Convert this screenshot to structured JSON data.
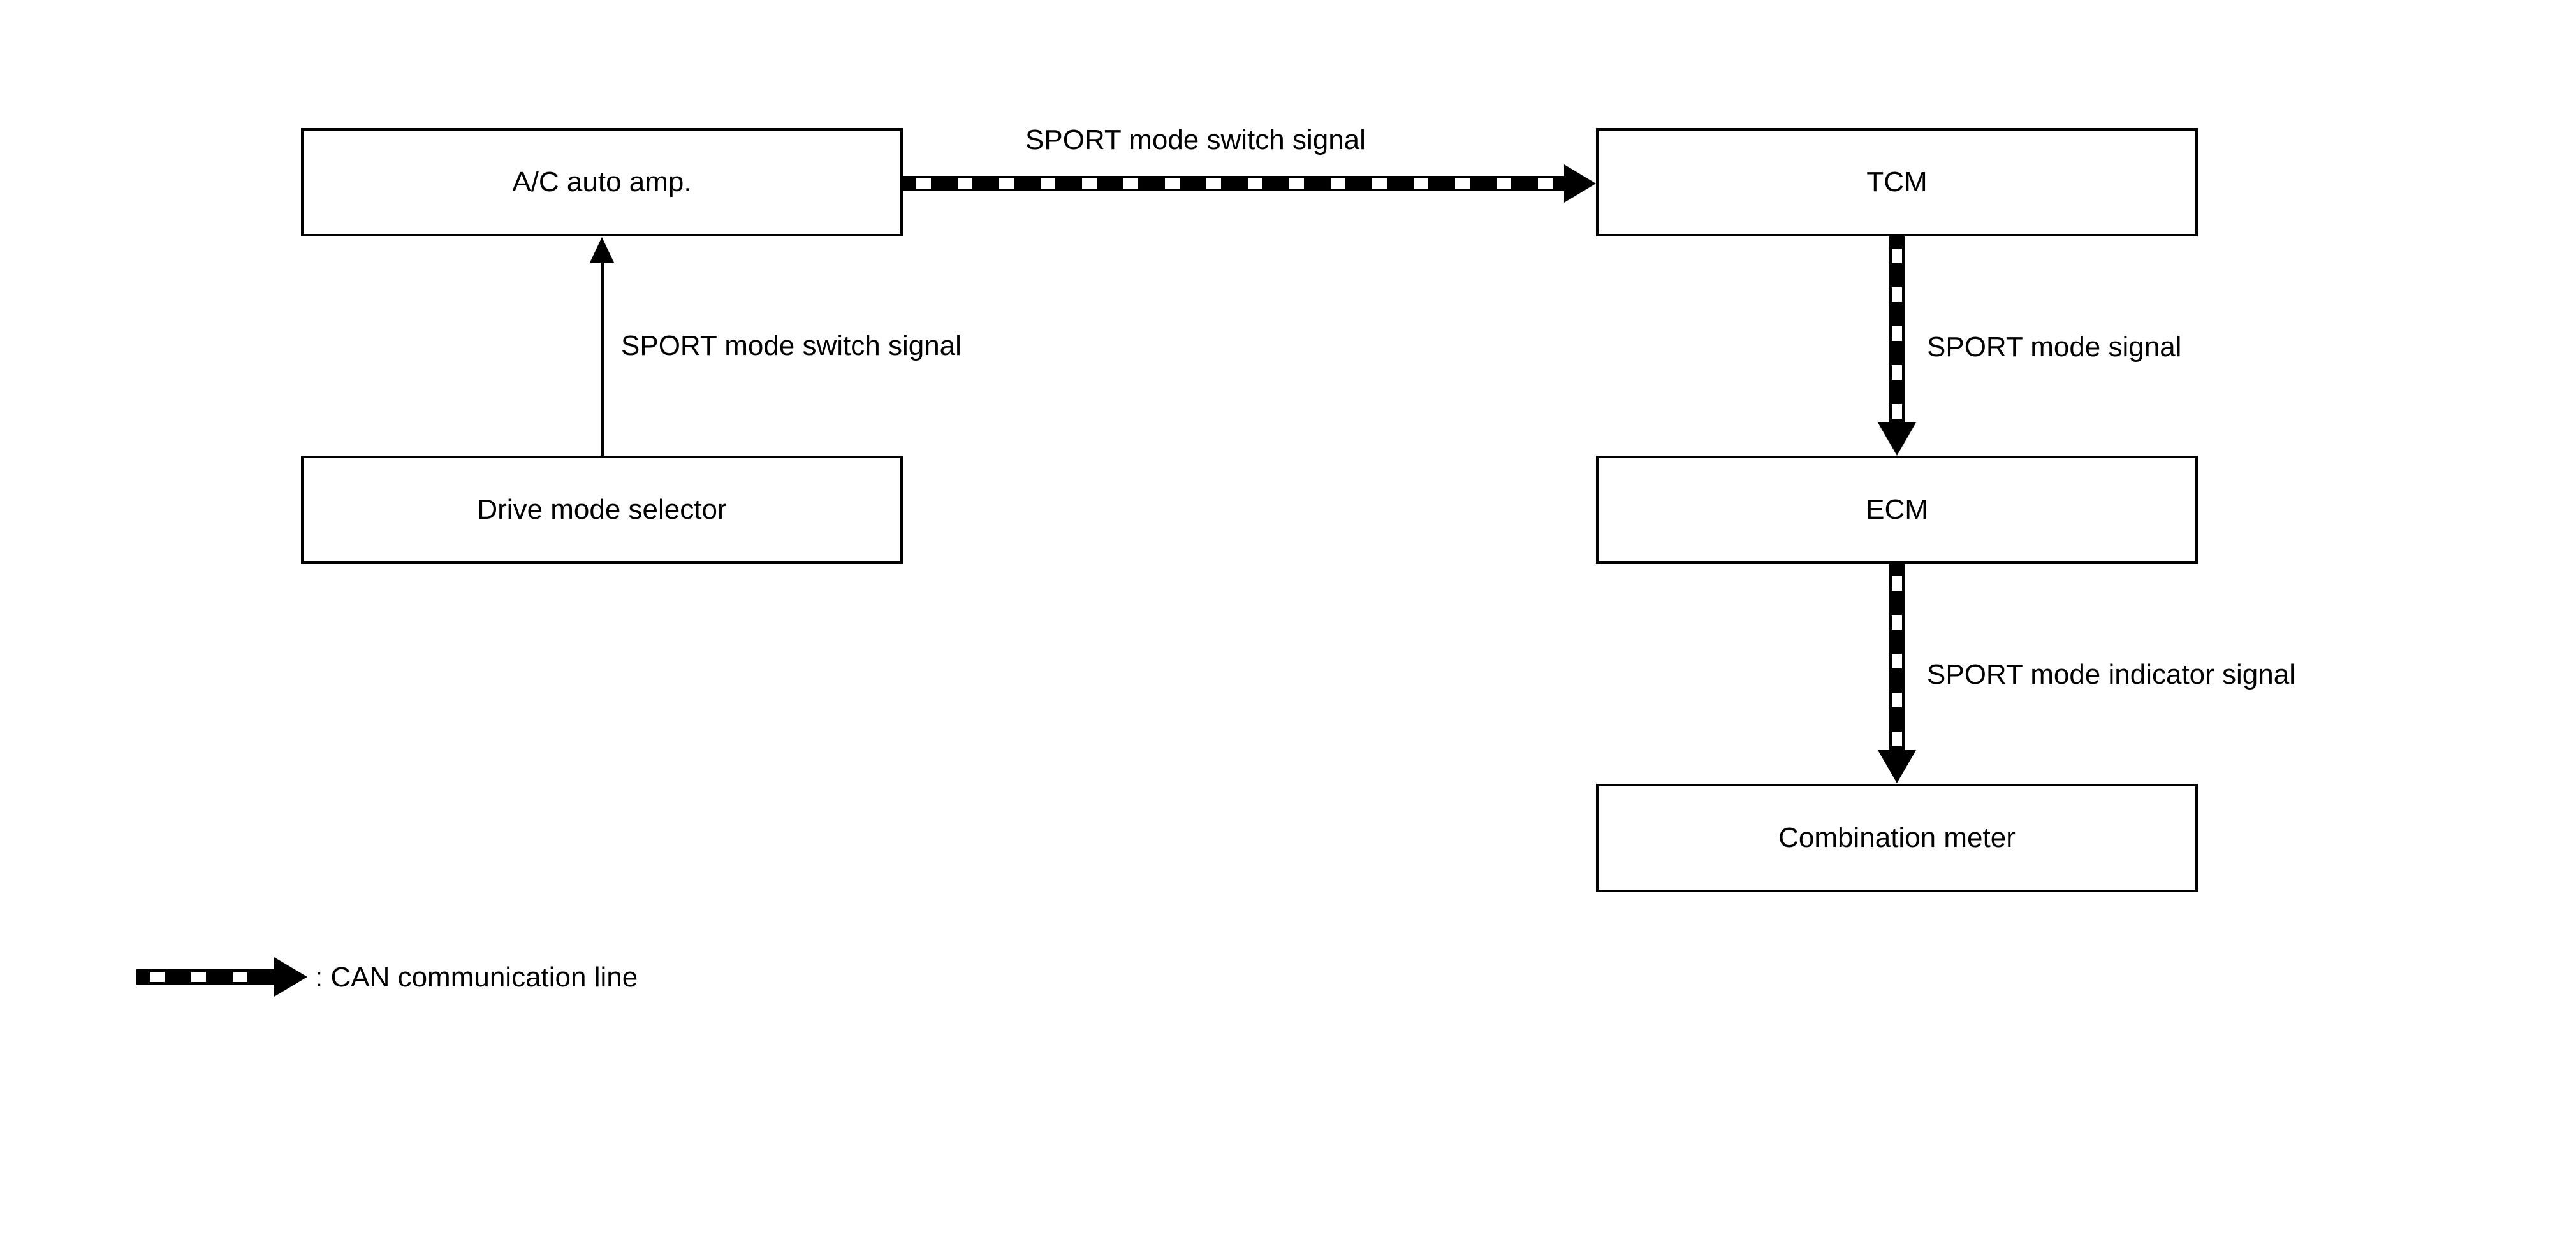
{
  "diagram": {
    "type": "system-block-diagram",
    "blocks": [
      {
        "id": "ac-auto-amp",
        "label": "A/C auto amp."
      },
      {
        "id": "drive-mode-selector",
        "label": "Drive mode selector"
      },
      {
        "id": "tcm",
        "label": "TCM"
      },
      {
        "id": "ecm",
        "label": "ECM"
      },
      {
        "id": "combination-meter",
        "label": "Combination meter"
      }
    ],
    "signals": [
      {
        "id": "sig-ac-to-tcm",
        "label": "SPORT mode switch signal",
        "from": "ac-auto-amp",
        "to": "tcm",
        "line": "can"
      },
      {
        "id": "sig-selector-to-ac",
        "label": "SPORT mode switch signal",
        "from": "drive-mode-selector",
        "to": "ac-auto-amp",
        "line": "plain"
      },
      {
        "id": "sig-tcm-to-ecm",
        "label": "SPORT mode signal",
        "from": "tcm",
        "to": "ecm",
        "line": "can"
      },
      {
        "id": "sig-ecm-to-meter",
        "label": "SPORT mode indicator signal",
        "from": "ecm",
        "to": "combination-meter",
        "line": "can"
      }
    ],
    "legend": {
      "symbol": "can-line-arrow-icon",
      "text": ": CAN communication line"
    },
    "colors": {
      "line": "#000000",
      "background": "#ffffff",
      "text": "#000000"
    }
  }
}
